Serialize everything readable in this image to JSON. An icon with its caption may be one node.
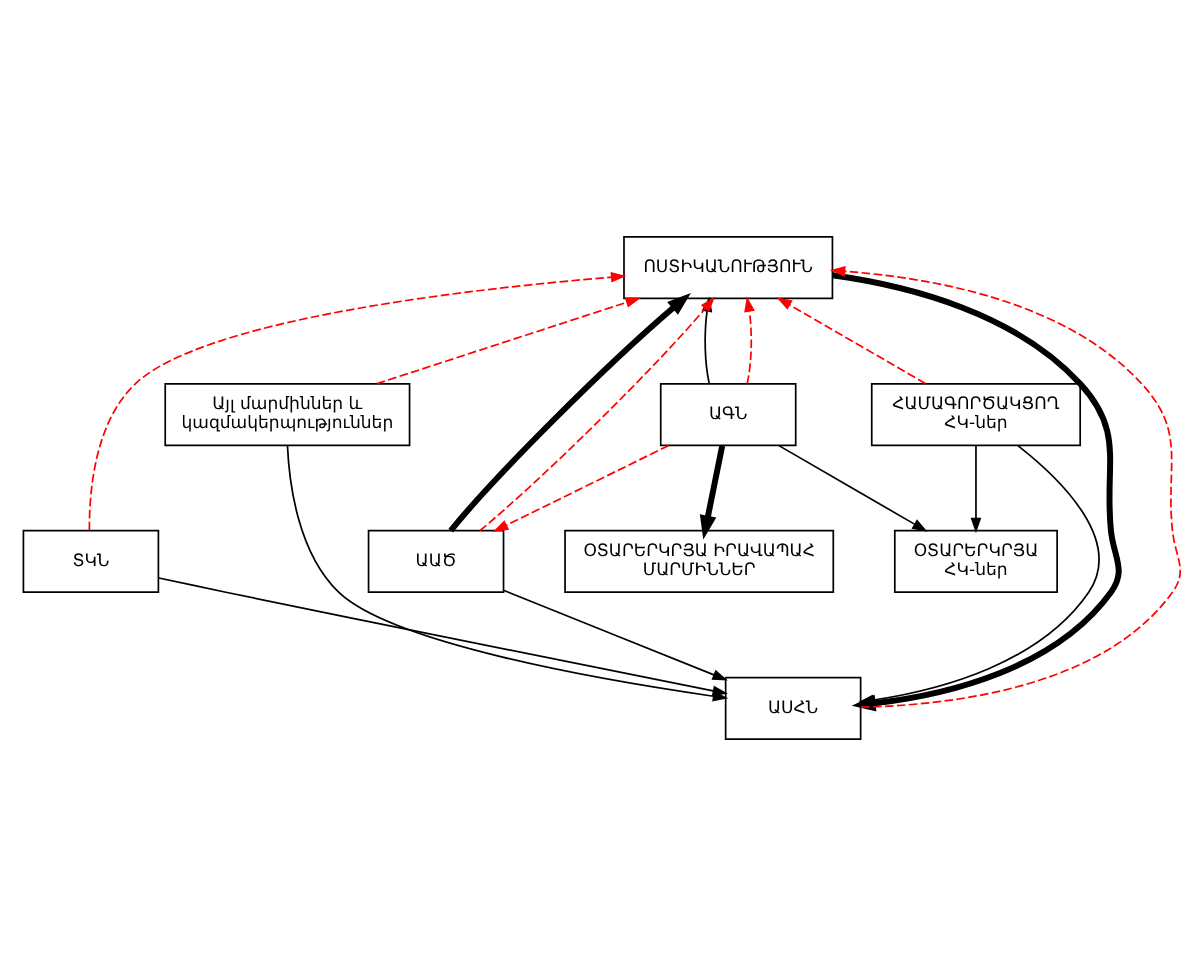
{
  "diagram": {
    "nodes": [
      {
        "text": [
          "ՈՍՏԻԿԱՆՈՒԹՅՈՒՆ"
        ]
      },
      {
        "text": [
          "ՀԱՄԱԳՈՐԾԱԿՑՈՂ ՀԿ-ներ"
        ]
      },
      {
        "text": [
          "ՏԿՆ"
        ]
      },
      {
        "text": [
          "ԱԳՆ"
        ]
      },
      {
        "text": [
          "ԱՍՀՆ"
        ]
      },
      {
        "text": [
          "ԱԱԾ"
        ]
      },
      {
        "text": [
          "ՕՏԱՐԵՐԿՐՅԱ ԻՐԱՎԱՊԱՀ ՄԱՐՄԻՆՆԵՐ"
        ]
      },
      {
        "text": [
          "Այլ մարմիններ և կազմակերպություններ"
        ]
      },
      {
        "text": [
          "ՕՏԱՐԵՐԿՐՅԱ ՀԿ-ներ"
        ]
      }
    ],
    "edges": [
      {
        "from": 3,
        "to": 0,
        "arrow": "to"
      },
      {
        "from": 0,
        "to": 4,
        "arrow": "to",
        "style": "thick"
      },
      {
        "from": 1,
        "to": 4,
        "arrow": "to"
      },
      {
        "from": 1,
        "to": 8,
        "arrow": "to"
      },
      {
        "from": 3,
        "to": 6,
        "arrow": "to",
        "style": "thick"
      },
      {
        "from": 3,
        "to": 8,
        "arrow": "to"
      },
      {
        "from": 5,
        "to": 0,
        "arrow": "to",
        "style": "thick"
      },
      {
        "from": 5,
        "to": 4,
        "arrow": "to"
      },
      {
        "from": 2,
        "to": 4,
        "arrow": "to"
      },
      {
        "from": 7,
        "to": 4,
        "arrow": "to"
      },
      {
        "from": 1,
        "to": 0,
        "arrow": "to",
        "style": "dashed",
        "color": "#ff0000"
      },
      {
        "from": 2,
        "to": 0,
        "arrow": "to",
        "style": "dashed",
        "color": "#ff0000"
      },
      {
        "from": 3,
        "to": 0,
        "arrow": "to",
        "style": "dashed",
        "color": "#ff0000"
      },
      {
        "from": 4,
        "to": 0,
        "arrow": "to",
        "style": "dashed",
        "color": "#ff0000"
      },
      {
        "from": 5,
        "to": 0,
        "arrow": "to",
        "style": "dashed",
        "color": "#ff0000"
      },
      {
        "from": 7,
        "to": 0,
        "arrow": "to",
        "style": "dashed",
        "color": "#ff0000"
      },
      {
        "from": 3,
        "to": 5,
        "arrow": "to",
        "style": "dashed",
        "color": "#ff0000"
      }
    ]
  }
}
